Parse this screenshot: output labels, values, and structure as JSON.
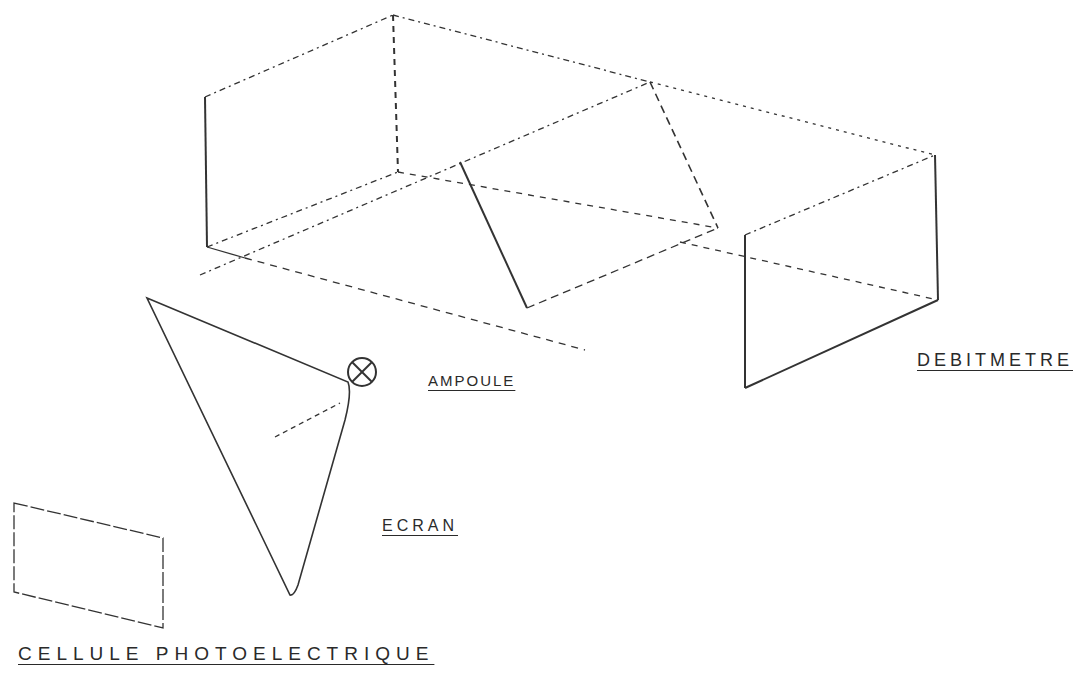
{
  "diagram": {
    "labels": [
      "DEBITMETRE",
      "AMPOULE",
      "ECRAN",
      "CELLULE PHOTOELECTRIQUE"
    ]
  }
}
